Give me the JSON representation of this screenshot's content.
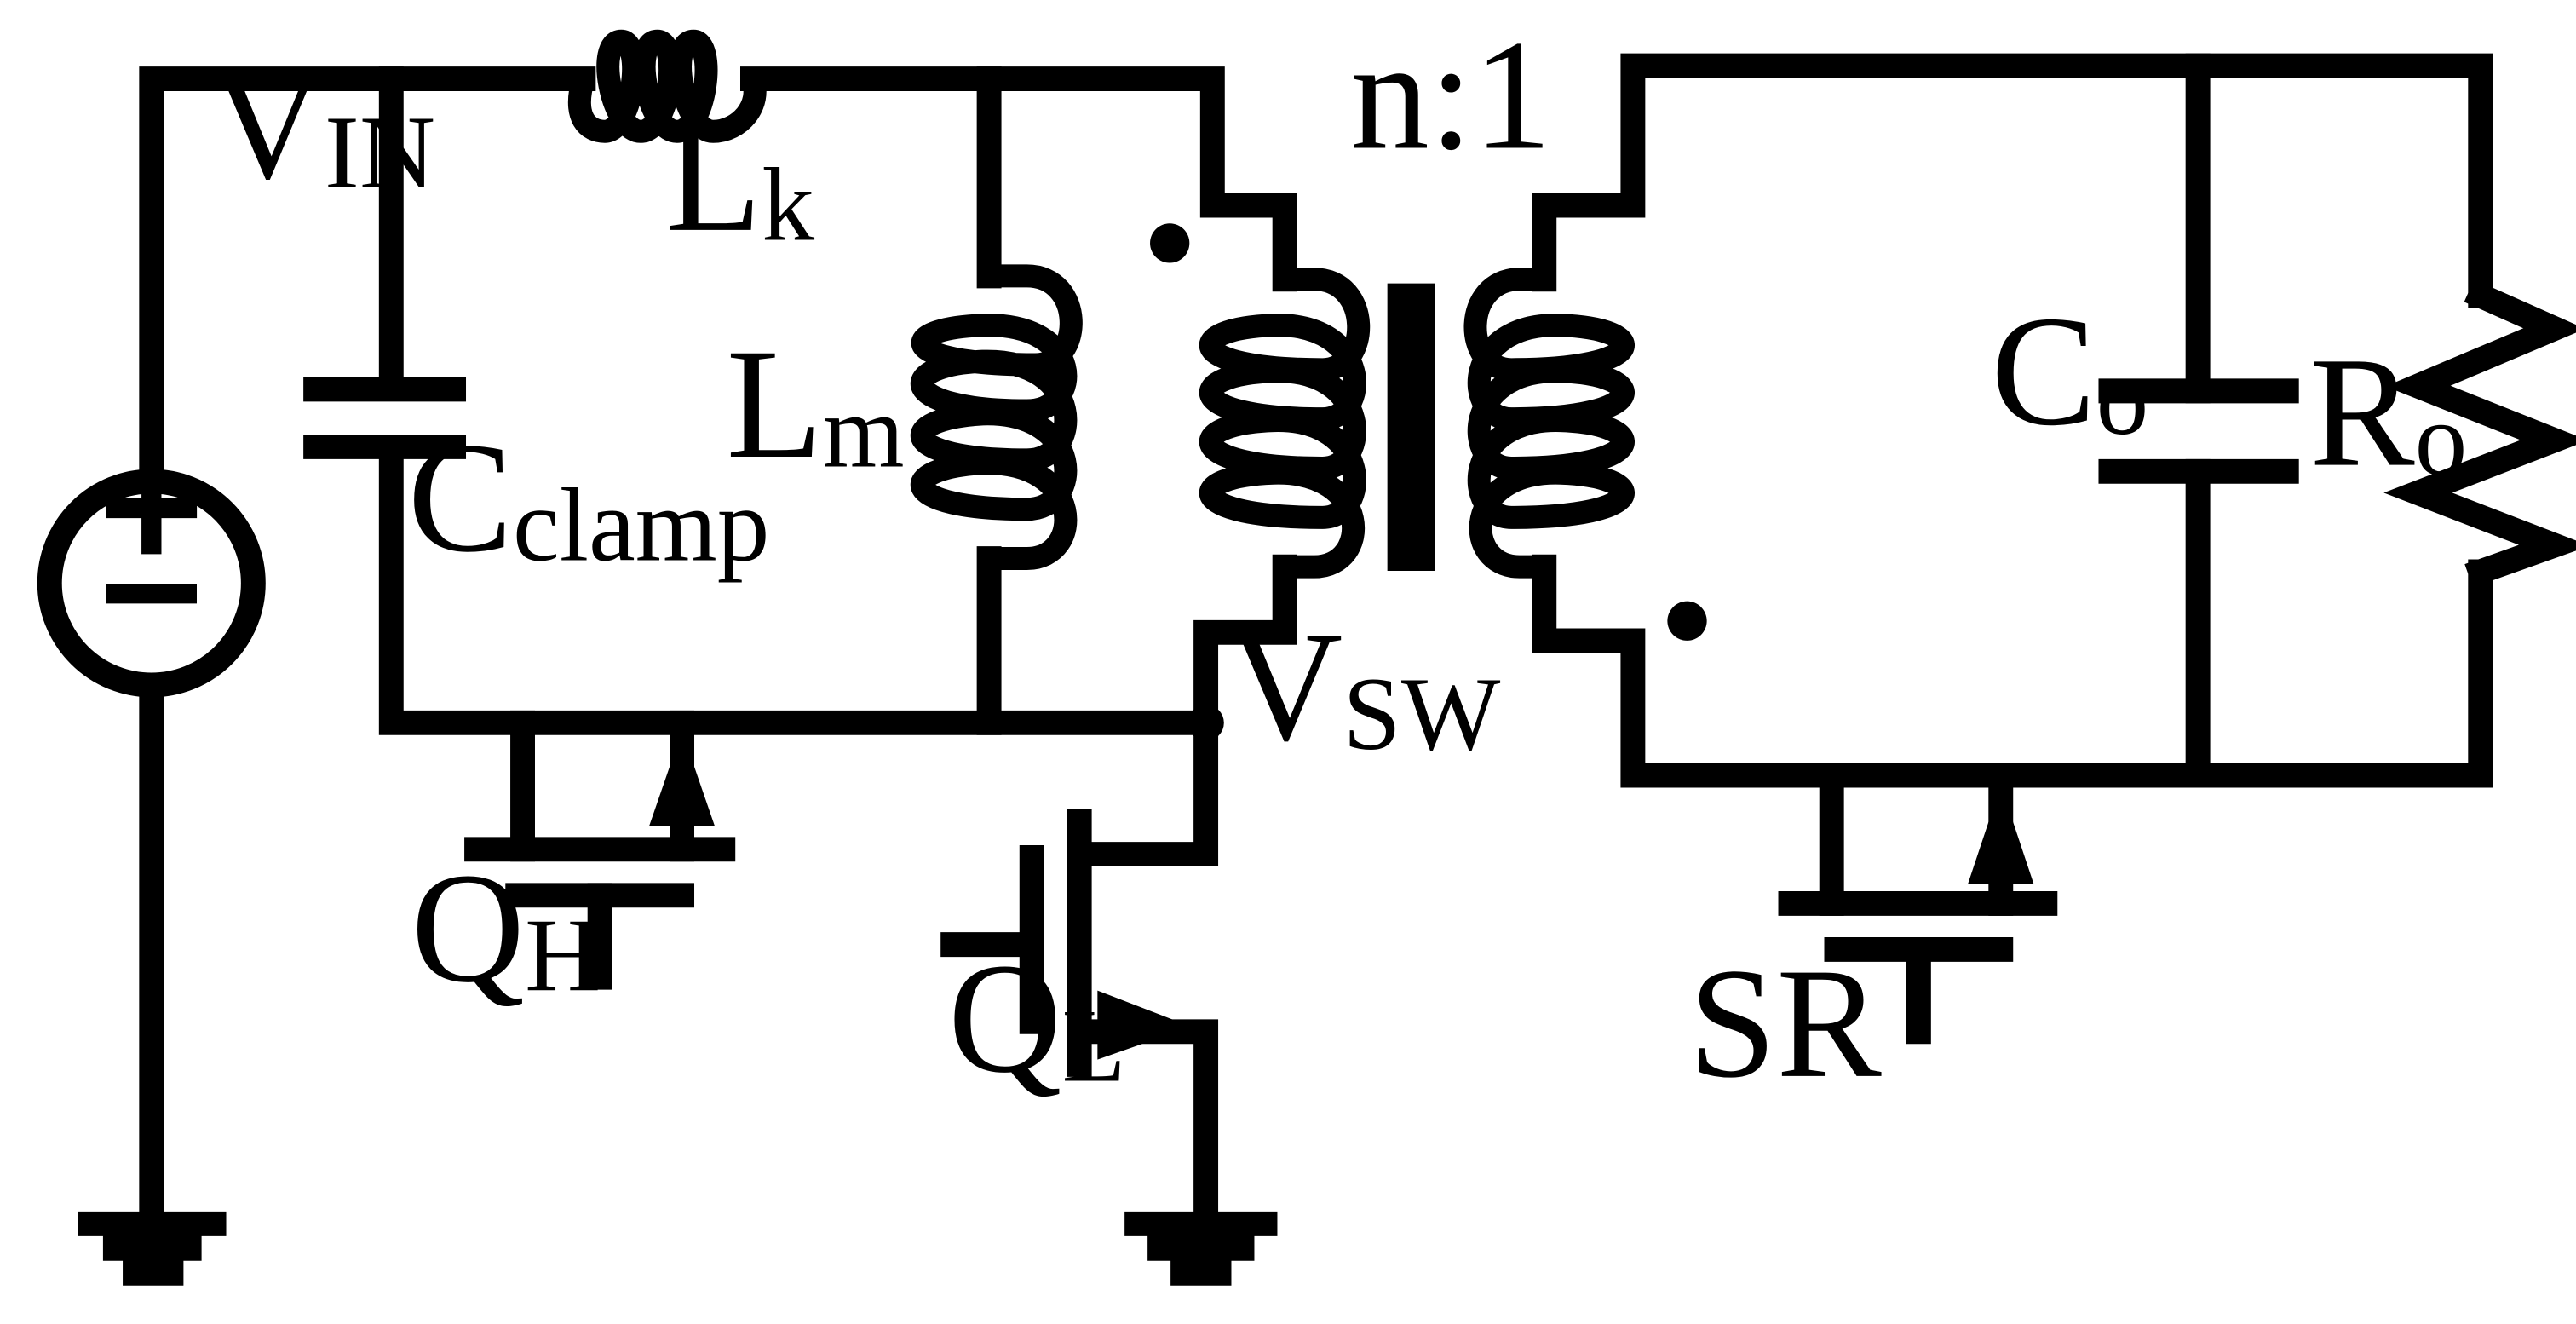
{
  "labels": {
    "vin": {
      "main": "V",
      "sub": "IN"
    },
    "lk": {
      "main": "L",
      "sub": "k"
    },
    "lm": {
      "main": "L",
      "sub": "m"
    },
    "cclamp": {
      "main": "C",
      "sub": "clamp"
    },
    "ratio": "n:1",
    "vsw": {
      "main": "V",
      "sub": "SW"
    },
    "co": {
      "main": "C",
      "sub": "o"
    },
    "ro": {
      "main": "R",
      "sub": "o"
    },
    "qh": {
      "main": "Q",
      "sub": "H"
    },
    "ql": {
      "main": "Q",
      "sub": "L"
    },
    "sr": "SR"
  },
  "source_symbols": {
    "plus": "+",
    "minus": "−"
  }
}
